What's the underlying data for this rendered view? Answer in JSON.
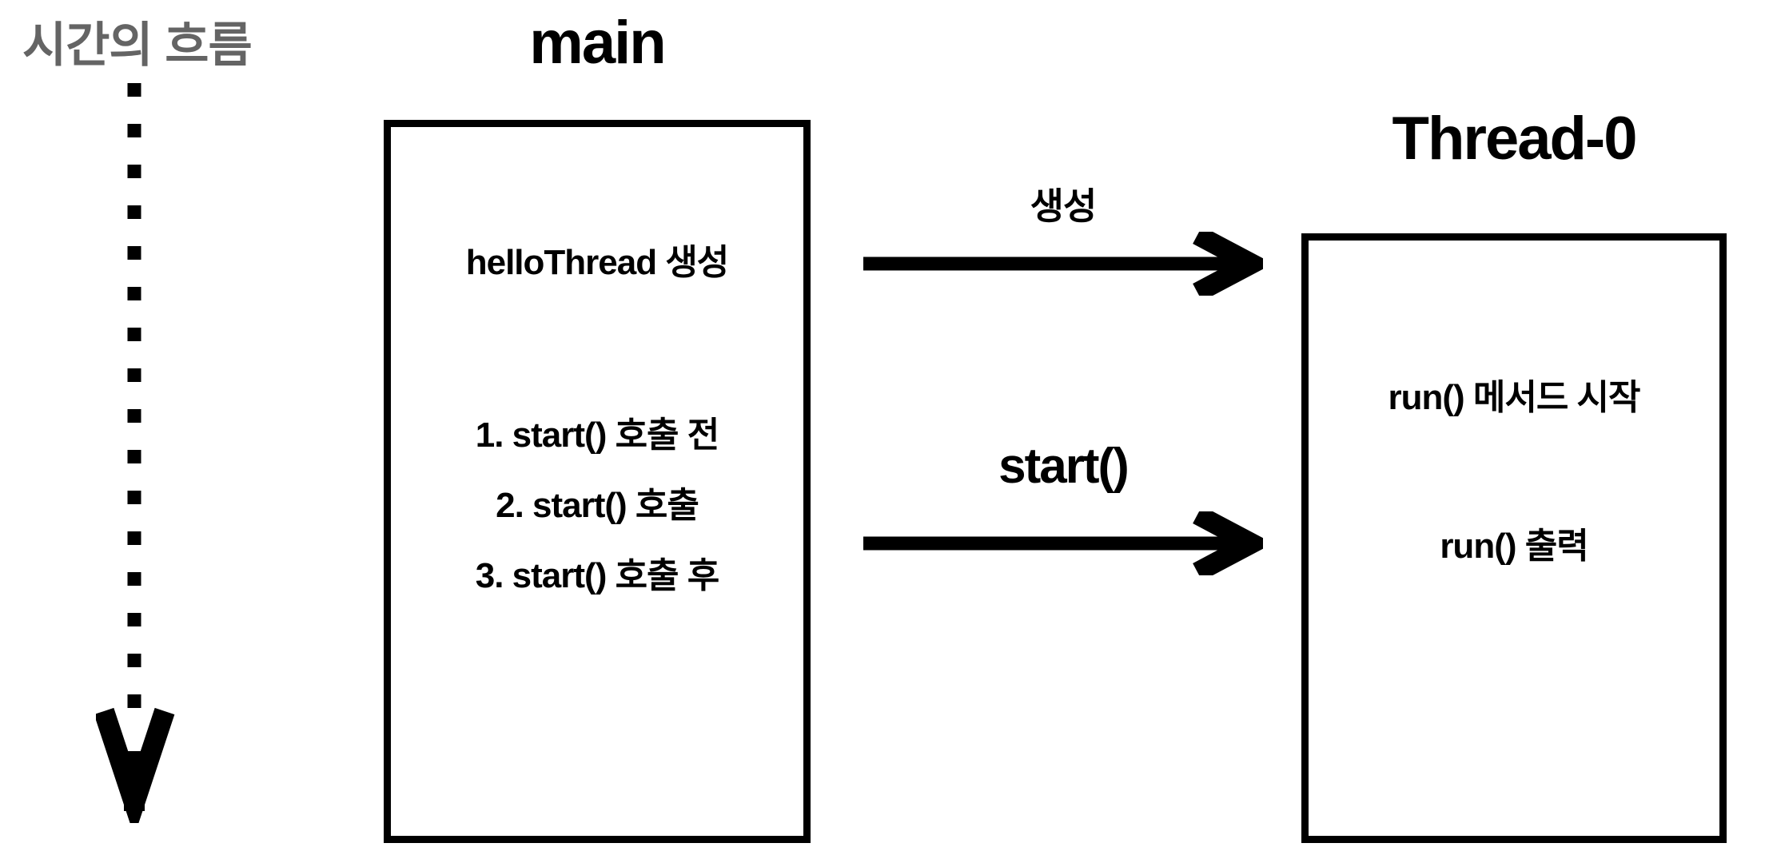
{
  "diagram": {
    "time_axis": {
      "label": "시간의 흐름",
      "label_color": "#646464",
      "arrow_style": "dotted-down-arrow"
    },
    "columns": [
      {
        "id": "main",
        "title": "main",
        "lines": [
          "helloThread 생성",
          "1. start() 호출 전",
          "2. start() 호출",
          "3. start() 호출 후"
        ]
      },
      {
        "id": "thread-0",
        "title": "Thread-0",
        "lines": [
          "run() 메서드 시작",
          "run() 출력"
        ]
      }
    ],
    "messages": [
      {
        "id": "create",
        "label": "생성",
        "from": "main",
        "to": "thread-0"
      },
      {
        "id": "start",
        "label": "start()",
        "from": "main",
        "to": "thread-0"
      }
    ],
    "colors": {
      "stroke": "#000000",
      "background": "#ffffff",
      "muted_text": "#646464"
    }
  }
}
